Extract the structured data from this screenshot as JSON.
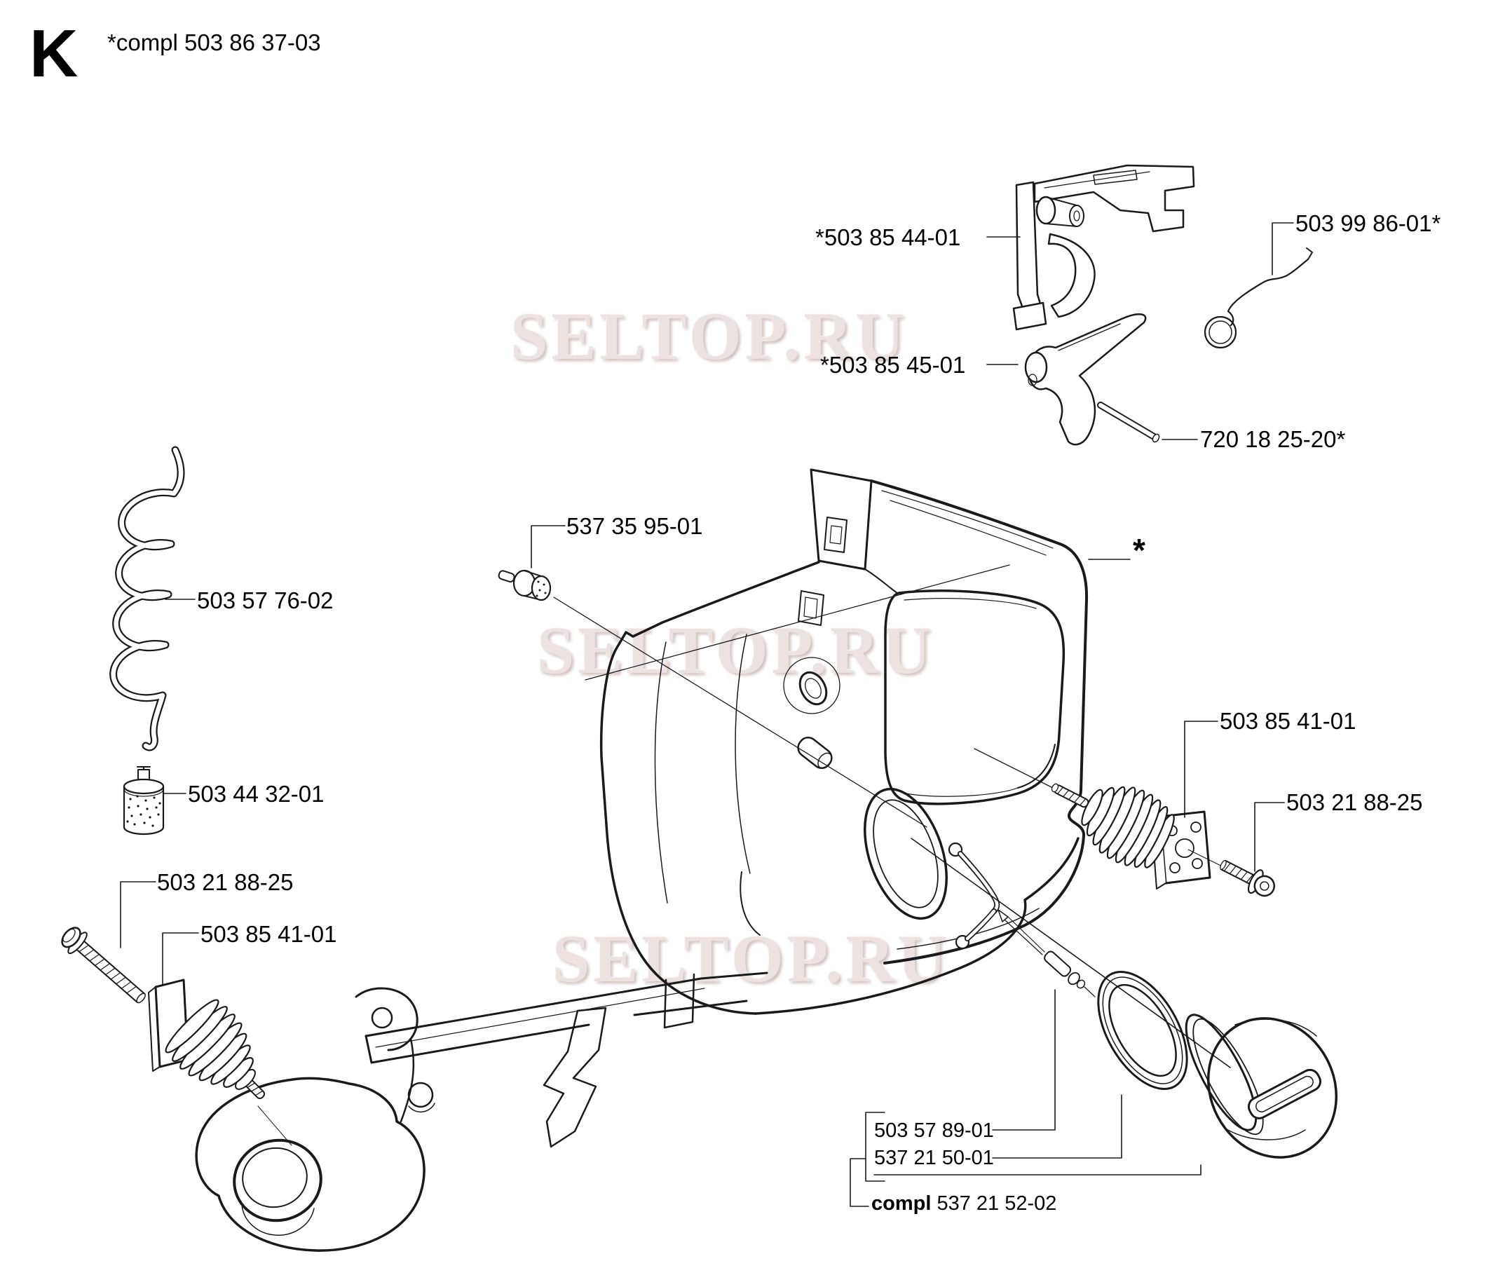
{
  "page": {
    "section_letter": "K",
    "header": {
      "prefix": "*compl",
      "number": "503 86 37-03"
    }
  },
  "watermark": {
    "text": "SELTOP.RU",
    "color": "#ece2e0"
  },
  "diagram": {
    "type": "exploded-parts-diagram",
    "subject": "fuel tank / rear handle assembly",
    "parts": [
      {
        "id": "throttle-trigger",
        "label": "*503 85 44-01"
      },
      {
        "id": "throttle-wire",
        "label": "503 99 86-01*"
      },
      {
        "id": "throttle-lockout-lever",
        "label": "*503 85 45-01"
      },
      {
        "id": "pin",
        "label": "720 18 25-20*"
      },
      {
        "id": "fuel-filter-small",
        "label": "537 35 95-01"
      },
      {
        "id": "fuel-hose-spiral",
        "label": "503 57 76-02"
      },
      {
        "id": "fuel-filter",
        "label": "503 44 32-01"
      },
      {
        "id": "bolt-left",
        "label": "503 21 88-25"
      },
      {
        "id": "av-spring-left",
        "label": "503 85 41-01"
      },
      {
        "id": "av-spring-right",
        "label": "503 85 41-01"
      },
      {
        "id": "bolt-right",
        "label": "503 21 88-25"
      },
      {
        "id": "fuel-cap-retainer",
        "label": "503 57 89-01"
      },
      {
        "id": "fuel-cap-gasket",
        "label": "537 21 50-01"
      },
      {
        "id": "fuel-cap-complete",
        "prefix": "compl",
        "label": "537 21 52-02"
      },
      {
        "id": "handle-assembly-marker",
        "label": "*"
      }
    ]
  }
}
